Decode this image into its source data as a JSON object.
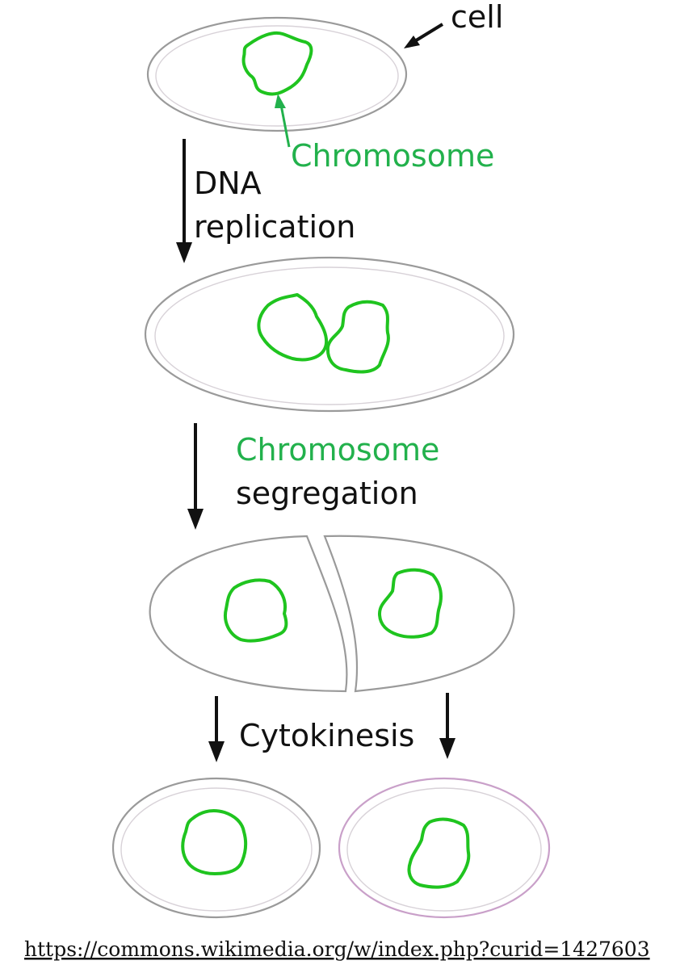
{
  "labels": {
    "cell": "cell",
    "chromosome_top": "Chromosome",
    "dna": "DNA",
    "replication": "replication",
    "chromosome_mid": "Chromosome",
    "segregation": "segregation",
    "cytokinesis": "Cytokinesis"
  },
  "credit": "https://commons.wikimedia.org/w/index.php?curid=1427603",
  "colors": {
    "chromosome": "#1fc41f",
    "label_green": "#22b14c",
    "label_black": "#111111",
    "cell_outline": "#9a9a9a",
    "daughter_cell_outline": "#c9a0c9"
  }
}
